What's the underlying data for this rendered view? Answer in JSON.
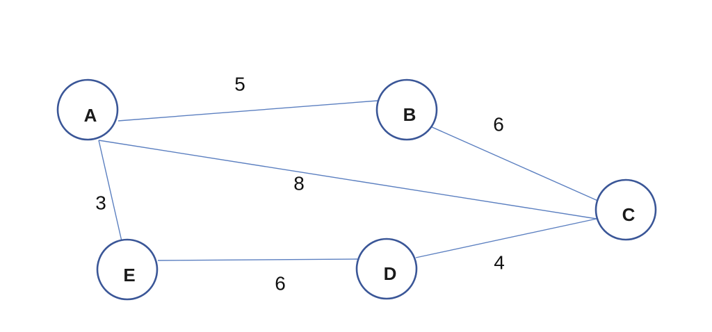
{
  "graph": {
    "nodes": {
      "A": {
        "label": "A"
      },
      "B": {
        "label": "B"
      },
      "C": {
        "label": "C"
      },
      "D": {
        "label": "D"
      },
      "E": {
        "label": "E"
      }
    },
    "edges": {
      "AB": {
        "from": "A",
        "to": "B",
        "weight": "5"
      },
      "BC": {
        "from": "B",
        "to": "C",
        "weight": "6"
      },
      "AC": {
        "from": "A",
        "to": "C",
        "weight": "8"
      },
      "AE": {
        "from": "A",
        "to": "E",
        "weight": "3"
      },
      "ED": {
        "from": "E",
        "to": "D",
        "weight": "6"
      },
      "DC": {
        "from": "D",
        "to": "C",
        "weight": "4"
      }
    },
    "colors": {
      "edge": "#5b7fc0",
      "node_stroke": "#3a5697",
      "text": "#111111"
    }
  }
}
